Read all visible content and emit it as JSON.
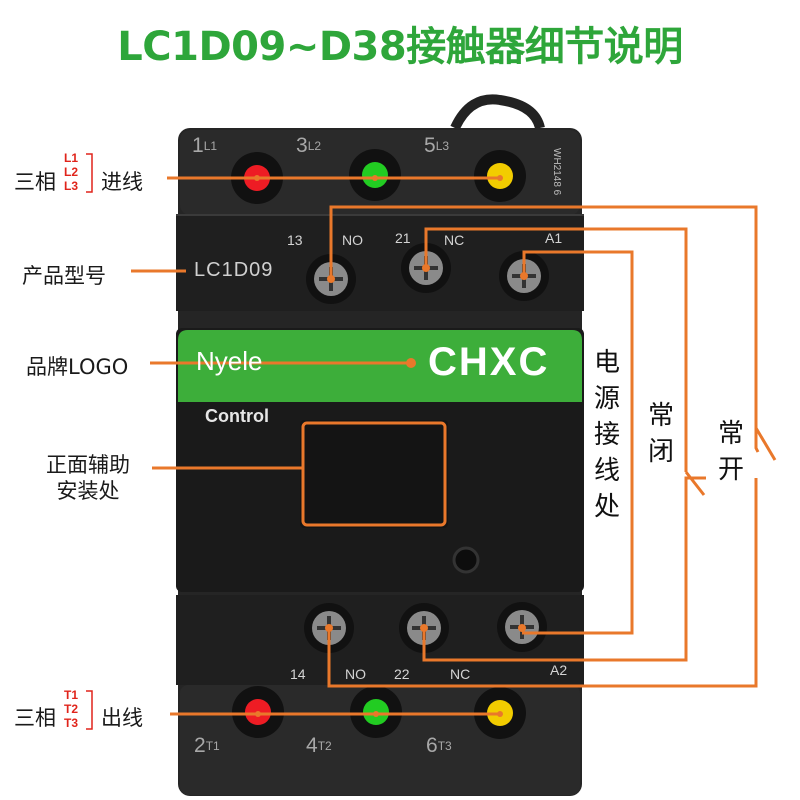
{
  "title": "LC1D09~D38接触器细节说明",
  "callouts": {
    "input": {
      "prefix": "三相",
      "phases": [
        "L1",
        "L2",
        "L3"
      ],
      "suffix": "进线"
    },
    "model": "产品型号",
    "logo": "品牌LOGO",
    "aux_line1": "正面辅助",
    "aux_line2": "安装处",
    "output": {
      "prefix": "三相",
      "phases": [
        "T1",
        "T2",
        "T3"
      ],
      "suffix": "出线"
    }
  },
  "device": {
    "top_terminals": [
      {
        "num": "1",
        "sub": "L1",
        "color": "#ee1c24"
      },
      {
        "num": "3",
        "sub": "L2",
        "color": "#22cc22"
      },
      {
        "num": "5",
        "sub": "L3",
        "color": "#f2cc00"
      }
    ],
    "side_code": "WH2148 6",
    "aux_top_labels": [
      "13",
      "NO",
      "21",
      "NC",
      "A1"
    ],
    "model_text": "LC1D09",
    "brand_left": "Nyele",
    "brand_right": "CHXC",
    "control_text": "Control",
    "aux_bottom_labels": [
      "14",
      "NO",
      "22",
      "NC",
      "A2"
    ],
    "bottom_terminals": [
      {
        "num": "2",
        "sub": "T1",
        "color": "#ee1c24"
      },
      {
        "num": "4",
        "sub": "T2",
        "color": "#22cc22"
      },
      {
        "num": "6",
        "sub": "T3",
        "color": "#f2cc00"
      }
    ]
  },
  "right_labels": {
    "power": [
      "电",
      "源",
      "接",
      "线",
      "处"
    ],
    "nc": [
      "常",
      "闭"
    ],
    "no": [
      "常",
      "开"
    ]
  },
  "colors": {
    "title": "#2ea63a",
    "accent": "#e9782b",
    "brand_band": "#3dae3a",
    "body": "#232323"
  }
}
